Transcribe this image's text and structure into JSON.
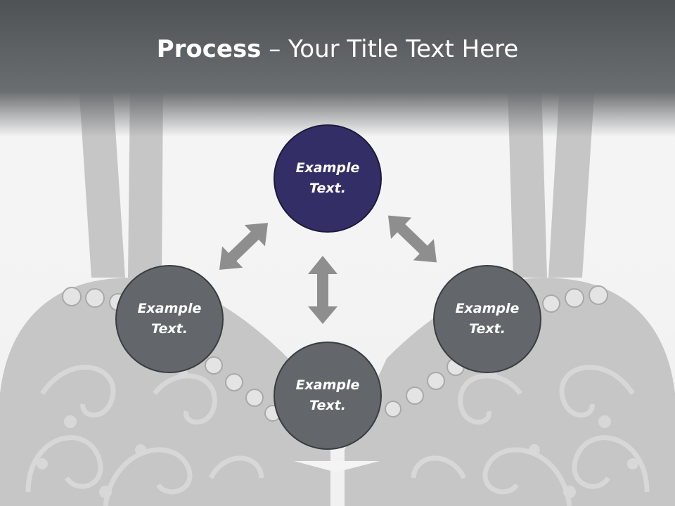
{
  "slide": {
    "title_bold": "Process",
    "title_rest": " – Your Title Text Here"
  },
  "nodes": {
    "top": {
      "label": "Example\nText."
    },
    "left": {
      "label": "Example\nText."
    },
    "right": {
      "label": "Example\nText."
    },
    "bottom": {
      "label": "Example\nText."
    }
  },
  "colors": {
    "title_band": "#5c5f62",
    "node_grey": "#63676b",
    "node_accent": "#332f66",
    "arrow": "#8e8e8e",
    "background_art": "#c4c4c4"
  }
}
